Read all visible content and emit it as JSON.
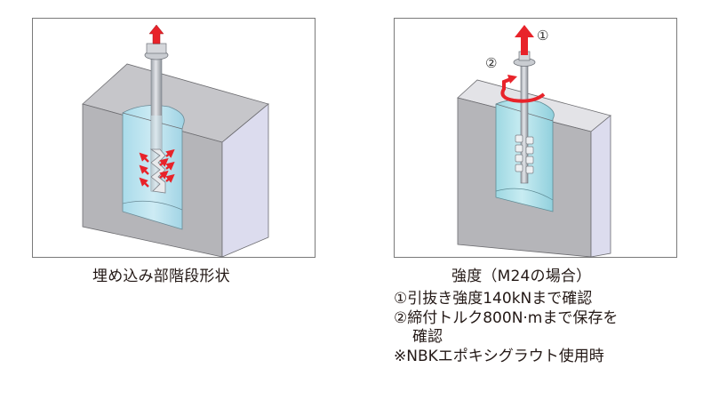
{
  "figures": [
    {
      "caption": "埋め込み部階段形状"
    },
    {
      "caption": "強度（M24の場合）",
      "markers": [
        "①",
        "②"
      ]
    }
  ],
  "notes": {
    "line1": "①引抜き強度140kNまで確認",
    "line2a": "②締付トルク800N·mまで保存を",
    "line2b": "確認",
    "line3": "※NBKエポキシグラウト使用時"
  },
  "colors": {
    "concrete_front": "#b6b6ba",
    "concrete_top": "#c9c9cd",
    "concrete_side": "#dcdcec",
    "grout": "#bfe6f2",
    "arrow_red": "#e8232a",
    "bolt": "#c4c7cc",
    "border": "#7a7a7a"
  }
}
